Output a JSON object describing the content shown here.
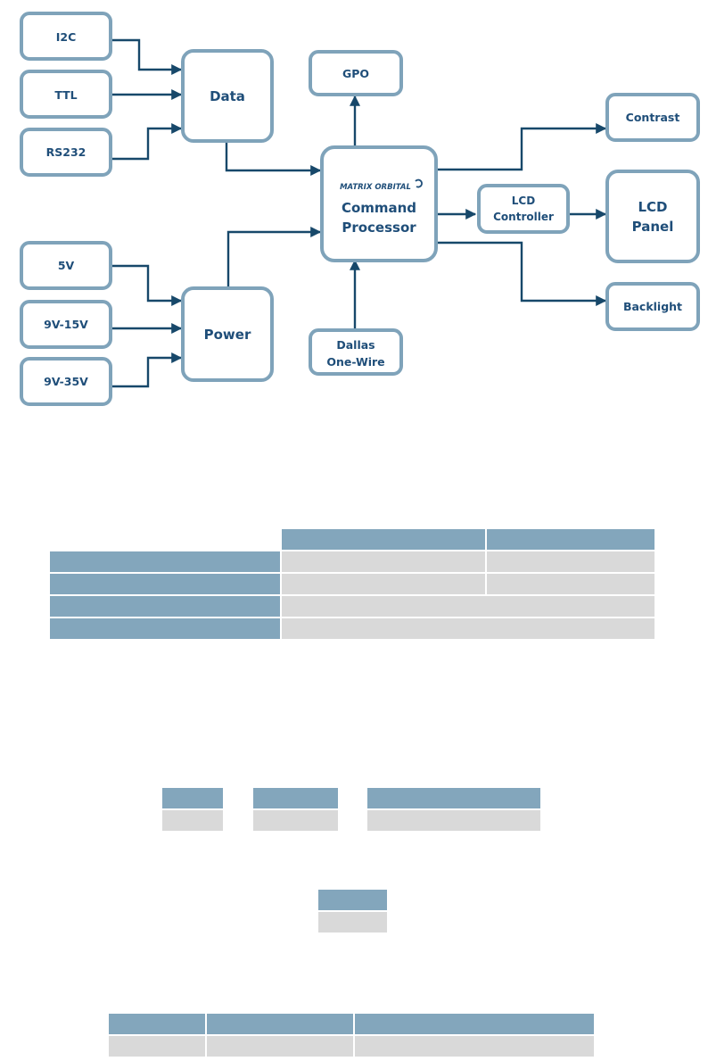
{
  "diagram": {
    "nodes": {
      "i2c": "I2C",
      "ttl": "TTL",
      "rs232": "RS232",
      "data": "Data",
      "v5": "5V",
      "v9_15": "9V-15V",
      "v9_35": "9V-35V",
      "power": "Power",
      "gpo": "GPO",
      "logo": "MATRIX ORBITAL",
      "command_line1": "Command",
      "command_line2": "Processor",
      "dallas_line1": "Dallas",
      "dallas_line2": "One-Wire",
      "contrast": "Contrast",
      "lcd_ctrl_line1": "LCD",
      "lcd_ctrl_line2": "Controller",
      "lcd_panel_line1": "LCD",
      "lcd_panel_line2": "Panel",
      "backlight": "Backlight"
    },
    "colors": {
      "box_border": "#7fa3ba",
      "text": "#1f4e79",
      "wire": "#17486a"
    }
  },
  "tables": {
    "header_color": "#83a6bc",
    "cell_color": "#d9d9d9"
  }
}
